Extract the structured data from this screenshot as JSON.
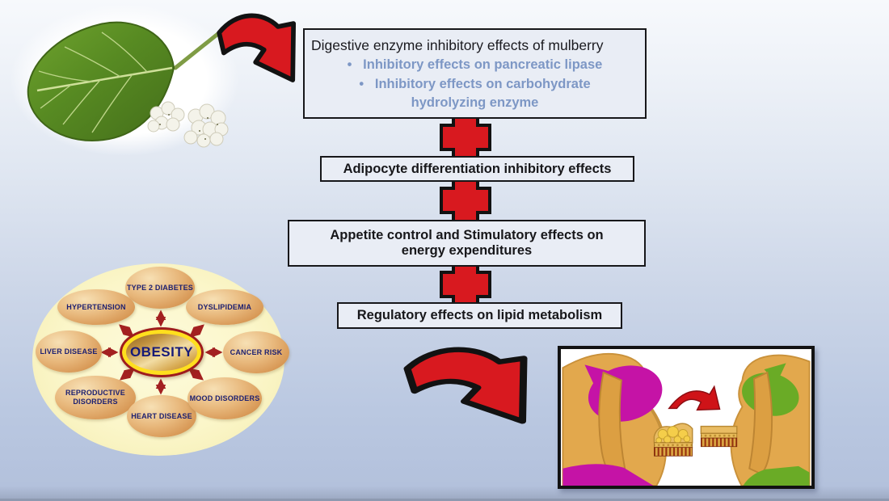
{
  "flowchart": {
    "box1": {
      "title": "Digestive enzyme inhibitory effects of mulberry",
      "bullets": [
        "Inhibitory effects on pancreatic lipase",
        "Inhibitory effects on carbohydrate hydrolyzing enzyme"
      ]
    },
    "box2": {
      "label": "Adipocyte differentiation inhibitory effects"
    },
    "box3": {
      "label": "Appetite control and Stimulatory effects on energy expenditures"
    },
    "box4": {
      "label": "Regulatory effects on lipid metabolism"
    }
  },
  "obesity_diagram": {
    "center": "OBESITY",
    "satellites": [
      "TYPE 2 DIABETES",
      "HYPERTENSION",
      "DYSLIPIDEMIA",
      "LIVER DISEASE",
      "CANCER RISK",
      "REPRODUCTIVE DISORDERS",
      "HEART DISEASE",
      "MOOD DISORDERS"
    ]
  },
  "colors": {
    "accent_red": "#d8191f",
    "bullet_blue": "#7d97c5",
    "arrow_dark_red": "#a32020",
    "navy_text": "#1c1f70"
  }
}
